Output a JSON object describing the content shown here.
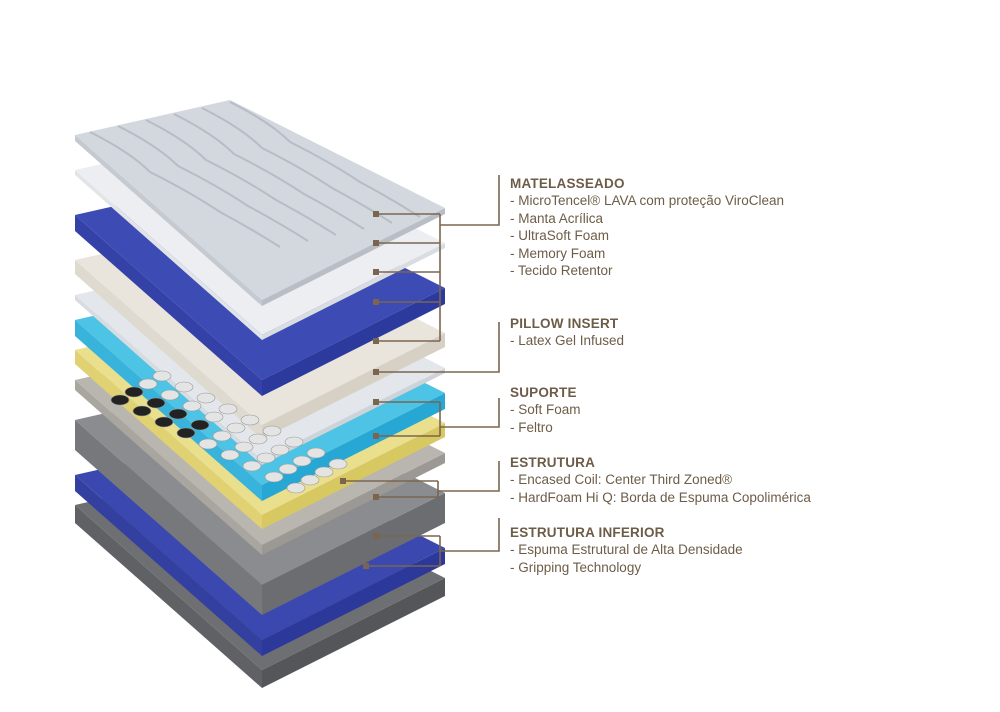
{
  "colors": {
    "text": "#6d5c47",
    "leader": "#7a6650"
  },
  "groups": [
    {
      "title": "MATELASSEADO",
      "items": [
        "- MicroTencel® LAVA com proteção ViroClean",
        "- Manta Acrílica",
        "- UltraSoft Foam",
        "- Memory Foam",
        "- Tecido Retentor"
      ]
    },
    {
      "title": "PILLOW INSERT",
      "items": [
        "- Latex Gel Infused"
      ]
    },
    {
      "title": "SUPORTE",
      "items": [
        "- Soft Foam",
        "- Feltro"
      ]
    },
    {
      "title": "ESTRUTURA",
      "items": [
        "- Encased Coil: Center Third Zoned®",
        "- HardFoam Hi Q: Borda de Espuma Copolimérica"
      ]
    },
    {
      "title": "ESTRUTURA INFERIOR",
      "items": [
        "- Espuma Estrutural de Alta Densidade",
        "- Gripping Technology"
      ]
    }
  ]
}
